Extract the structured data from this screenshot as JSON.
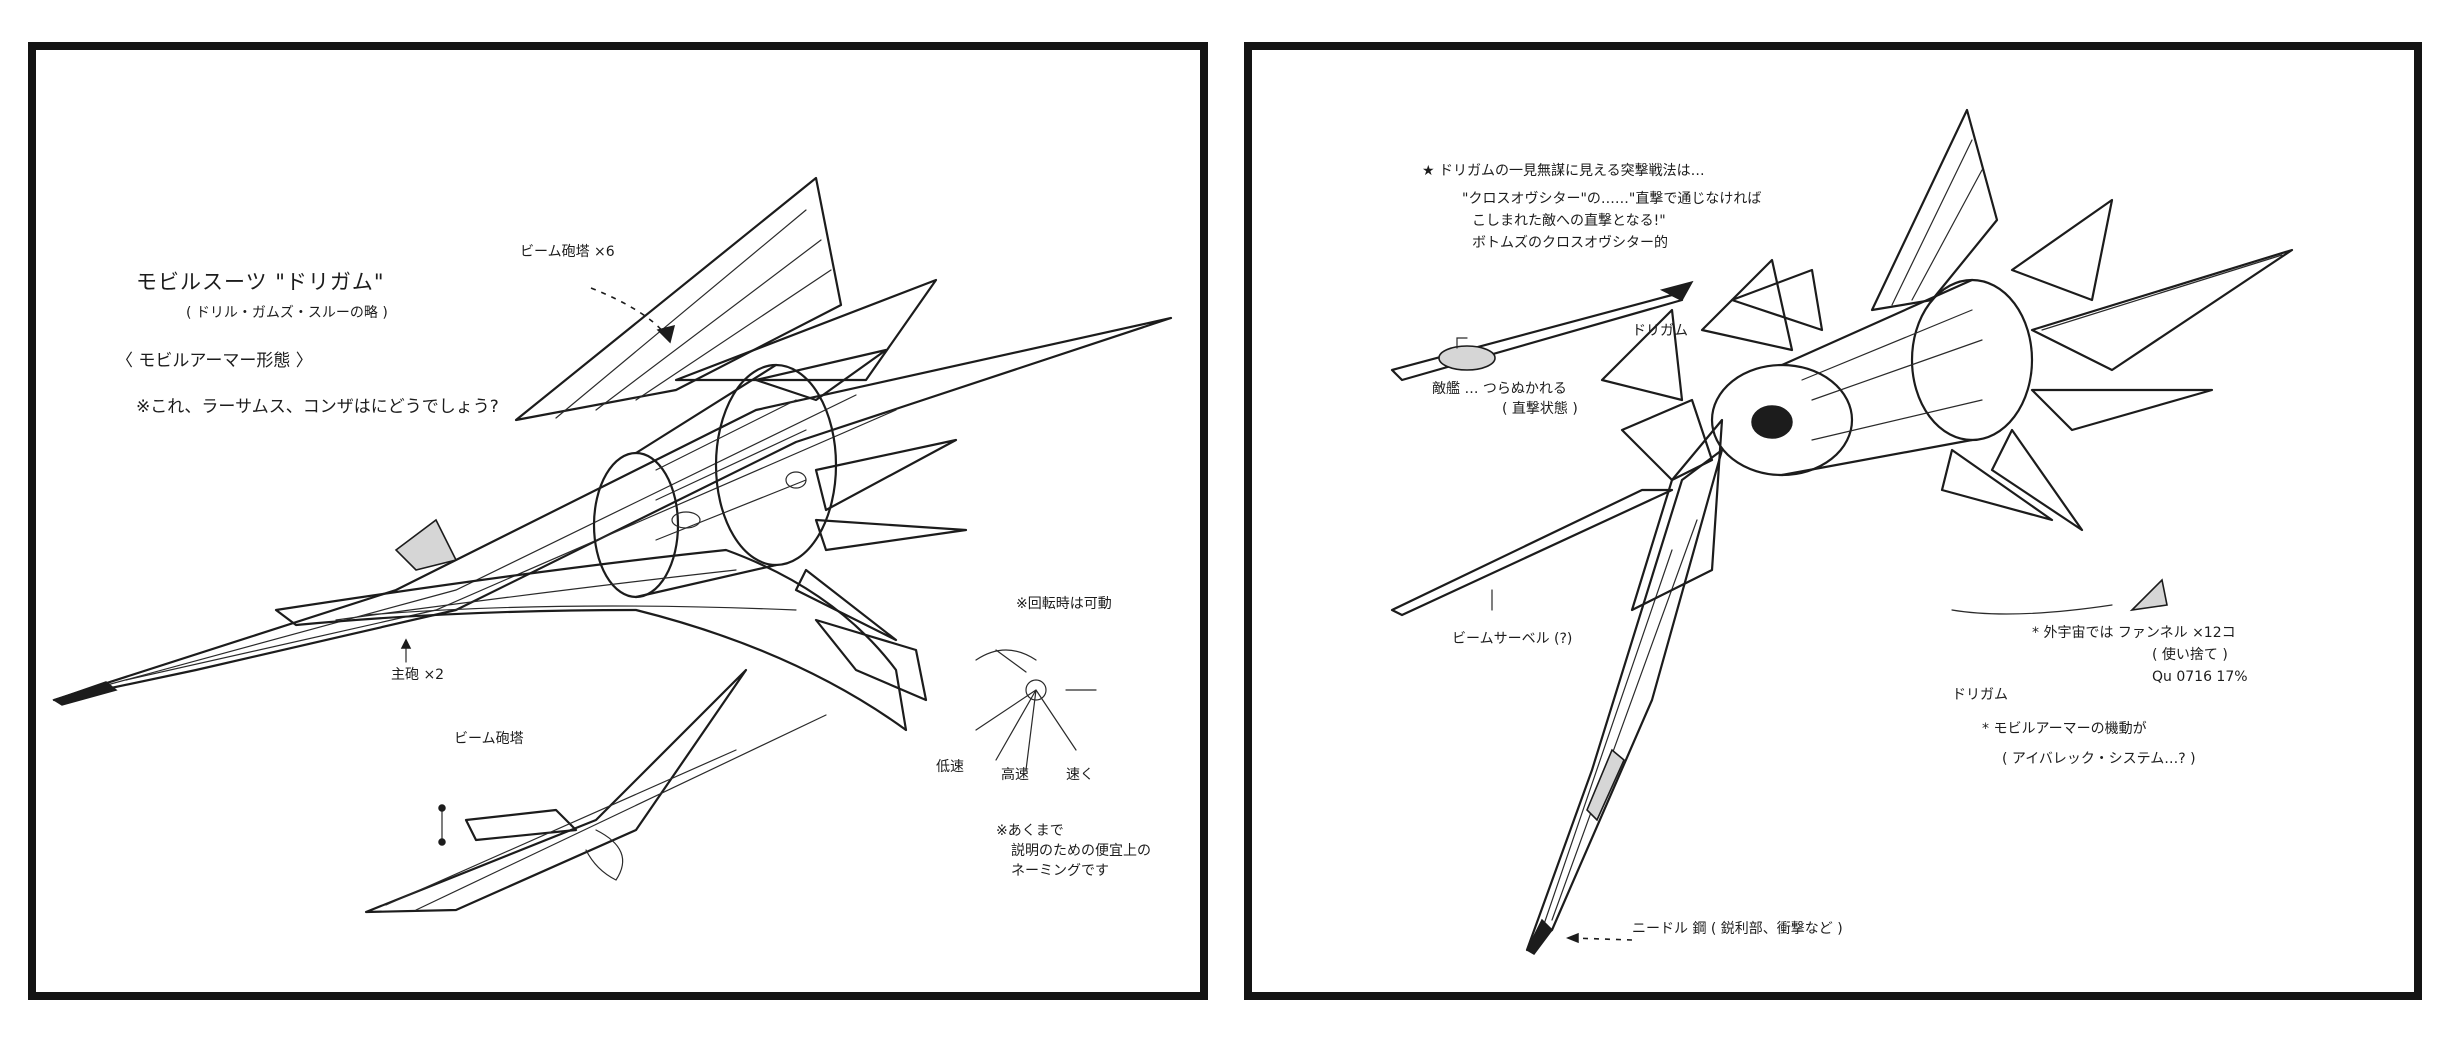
{
  "left_panel": {
    "title": "モビルスーツ \"ドリガム\"",
    "title_sub": "( ドリル・ガムズ・スルーの略 )",
    "mode_label": "〈 モビルアーマー形態 〉",
    "question": "※これ、ラーサムス、コンザはにどうでしょう?",
    "beam_cannon_top": "ビーム砲塔 ×6",
    "main_gun": "主砲 ×2",
    "beam_cannon_small": "ビーム砲塔",
    "rotation_note": "※回転時は可動",
    "speed_low": "低速",
    "speed_mid": "高速",
    "speed_fast": "速く",
    "disclaimer_line1": "※あくまで",
    "disclaimer_line2": "説明のための便宜上の",
    "disclaimer_line3": "ネーミングです"
  },
  "right_panel": {
    "heading_line1": "★ ドリガムの一見無謀に見える突撃戦法は…",
    "heading_line2": "\"クロスオヴシター\"の……\"直撃で通じなければ",
    "heading_line3": "こしまれた敵への直撃となる!\"",
    "heading_line4": "ボトムズのクロスオヴシター的",
    "drill_label": "ドリガム",
    "enemy_label": "敵艦 … つらぬかれる",
    "enemy_sub": "( 直撃状態 )",
    "beam_label": "ビームサーベル (?)",
    "funnel_line1": "* 外宇宙では ファンネル ×12コ",
    "funnel_line2": "( 使い捨て )",
    "funnel_line3": "Qu 0716 17%",
    "drigam_label": "ドリガム",
    "ma_mode": "* モビルアーマーの機動が",
    "ma_mode_sub": "( アイバレック・システム…? )",
    "nose_label": "ニードル 鋼 ( 鋭利部、衝撃など )"
  }
}
